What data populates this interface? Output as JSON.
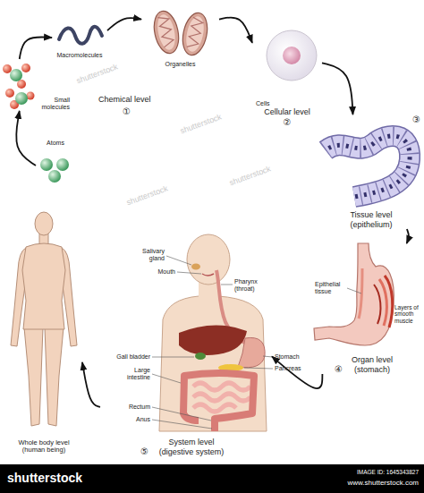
{
  "diagram": {
    "nodes": [
      {
        "text": [
          "Atoms"
        ]
      },
      {
        "text": [
          "Small molecules"
        ]
      },
      {
        "text": [
          "Macromolecules"
        ]
      },
      {
        "text": [
          "Organelles"
        ]
      },
      {
        "text": [
          "Cells",
          "Cellular level",
          "②"
        ]
      },
      {
        "text": [
          "③",
          "Tissue level (epithelium)"
        ]
      },
      {
        "text": [
          "④",
          "Organ level (stomach)"
        ]
      },
      {
        "text": [
          "⑤",
          "System level (digestive system)"
        ]
      },
      {
        "text": [
          "Whole body level (human being)"
        ]
      }
    ],
    "edges": [
      {
        "from": 0,
        "to": 1,
        "arrow": "to"
      },
      {
        "from": 1,
        "to": 2,
        "arrow": "to"
      },
      {
        "from": 2,
        "to": 3,
        "arrow": "to"
      },
      {
        "from": 3,
        "to": 4,
        "arrow": "to"
      },
      {
        "from": 4,
        "to": 5,
        "arrow": "to"
      },
      {
        "from": 5,
        "to": 6,
        "arrow": "to"
      },
      {
        "from": 6,
        "to": 7,
        "arrow": "to"
      },
      {
        "from": 7,
        "to": 8,
        "arrow": "to"
      }
    ],
    "labels": [
      "Chemical level",
      "①",
      "Epithelial tissue",
      "Layers of smooth muscle",
      "Salivary gland",
      "Mouth",
      "Pharynx (throat)",
      "Gall bladder",
      "Large intestine",
      "Stomach",
      "Pancreas",
      "Rectum",
      "Anus",
      "shutterstock",
      "shutterstock",
      "shutterstock",
      "shutterstock",
      "shutterstock",
      "IMAGE ID: 1645343827",
      "www.shutterstock.com"
    ]
  }
}
